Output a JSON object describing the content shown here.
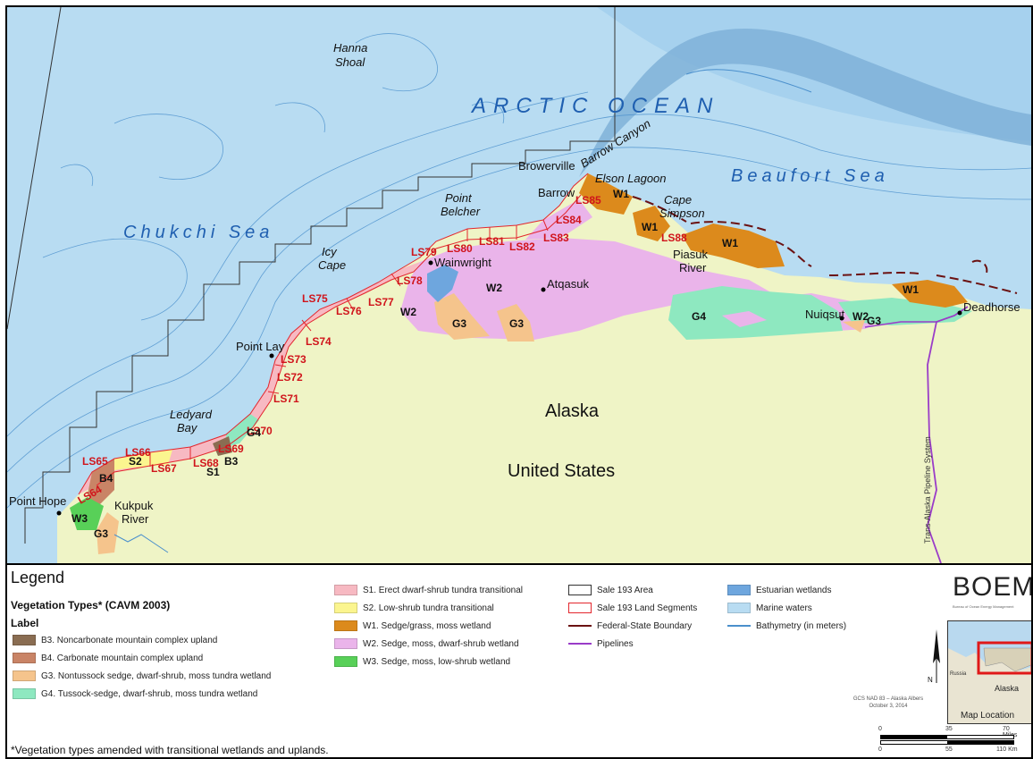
{
  "colors": {
    "marine": "#b8dcf2",
    "marine_deep": "#7fb2d8",
    "land": "#eff4c6",
    "estuarian": "#6ea6de",
    "b3": "#8a6d52",
    "b4": "#c98466",
    "g3": "#f5c48c",
    "g4": "#8ee8c0",
    "s1": "#f7b9c2",
    "s2": "#fbf58f",
    "w1": "#dc8a1c",
    "w2": "#eab4ea",
    "w3": "#58d058",
    "segment": "#e3262d",
    "boundary": "#6b1212",
    "pipeline": "#9a3cc8",
    "bathy": "#4a8fcc"
  },
  "map": {
    "ocean_labels": {
      "arctic": "ARCTIC OCEAN",
      "beaufort": "Beaufort Sea",
      "chukchi": "Chukchi Sea"
    },
    "place_labels": {
      "hanna_1": "Hanna",
      "hanna_2": "Shoal",
      "barrow_canyon": "Barrow Canyon",
      "browerville": "Browerville",
      "elson": "Elson Lagoon",
      "barrow": "Barrow",
      "cape_1": "Cape",
      "cape_2": "Simpson",
      "point_1": "Point",
      "point_2": "Belcher",
      "piasuk_1": "Piasuk",
      "piasuk_2": "River",
      "icy_1": "Icy",
      "icy_2": "Cape",
      "wainwright": "Wainwright",
      "atqasuk": "Atqasuk",
      "nuiqsut": "Nuiqsut",
      "deadhorse": "Deadhorse",
      "point_lay": "Point Lay",
      "ledyard_1": "Ledyard",
      "ledyard_2": "Bay",
      "point_hope": "Point Hope",
      "kukpuk_1": "Kukpuk",
      "kukpuk_2": "River",
      "alaska": "Alaska",
      "us": "United States",
      "taps": "Trans-Alaska Pipeline System"
    },
    "segments": [
      "LS64",
      "LS65",
      "LS66",
      "LS67",
      "LS68",
      "LS69",
      "LS70",
      "LS71",
      "LS72",
      "LS73",
      "LS74",
      "LS75",
      "LS76",
      "LS77",
      "LS78",
      "LS79",
      "LS80",
      "LS81",
      "LS82",
      "LS83",
      "LS84",
      "LS85",
      "LS88"
    ],
    "veg_labels": {
      "w1_a": "W1",
      "w1_b": "W1",
      "w1_c": "W1",
      "w1_d": "W1",
      "w2_a": "W2",
      "w2_b": "W2",
      "w2_c": "W2",
      "g3_a": "G3",
      "g3_b": "G3",
      "g3_c": "G3",
      "g3_d": "G3",
      "g4_a": "G4",
      "g4_b": "G4",
      "b3": "B3",
      "b4": "B4",
      "s1": "S1",
      "s2": "S2",
      "w3": "W3"
    }
  },
  "legend": {
    "title": "Legend",
    "subtitle": "Vegetation Types* (CAVM 2003)",
    "label_header": "Label",
    "col1": [
      {
        "key": "b3",
        "text": "B3. Noncarbonate mountain complex upland"
      },
      {
        "key": "b4",
        "text": "B4. Carbonate mountain complex upland"
      },
      {
        "key": "g3",
        "text": "G3. Nontussock sedge, dwarf-shrub, moss tundra wetland"
      },
      {
        "key": "g4",
        "text": "G4. Tussock-sedge, dwarf-shrub, moss tundra wetland"
      }
    ],
    "col2": [
      {
        "key": "s1",
        "text": "S1. Erect dwarf-shrub tundra transitional"
      },
      {
        "key": "s2",
        "text": "S2. Low-shrub tundra transitional"
      },
      {
        "key": "w1",
        "text": "W1. Sedge/grass, moss wetland"
      },
      {
        "key": "w2",
        "text": "W2. Sedge, moss, dwarf-shrub wetland"
      },
      {
        "key": "w3",
        "text": "W3. Sedge, moss, low-shrub wetland"
      }
    ],
    "col3": [
      {
        "kind": "box",
        "text": "Sale 193 Area"
      },
      {
        "kind": "redbox",
        "text": "Sale 193 Land Segments"
      },
      {
        "kind": "line",
        "key": "boundary",
        "text": "Federal-State Boundary"
      },
      {
        "kind": "line",
        "key": "pipeline",
        "text": "Pipelines"
      }
    ],
    "col4": [
      {
        "key": "estuarian",
        "text": "Estuarian wetlands"
      },
      {
        "key": "marine",
        "text": "Marine waters"
      },
      {
        "kind": "line",
        "key": "bathy",
        "text": "Bathymetry (in meters)"
      }
    ],
    "footnote": "*Vegetation types amended with transitional wetlands and uplands.",
    "logo": "BOEM",
    "logo_sub": "Bureau of Ocean Energy Management",
    "gcs_1": "GCS NAD 83 – Alaska Albers",
    "gcs_2": "October 3, 2014",
    "north": "N",
    "locmap_country": "Russia",
    "locmap_state": "Alaska",
    "locmap_caption": "Map Location",
    "scale_miles": [
      "0",
      "35",
      "70 Miles"
    ],
    "scale_km": [
      "0",
      "55",
      "110 Km"
    ]
  }
}
